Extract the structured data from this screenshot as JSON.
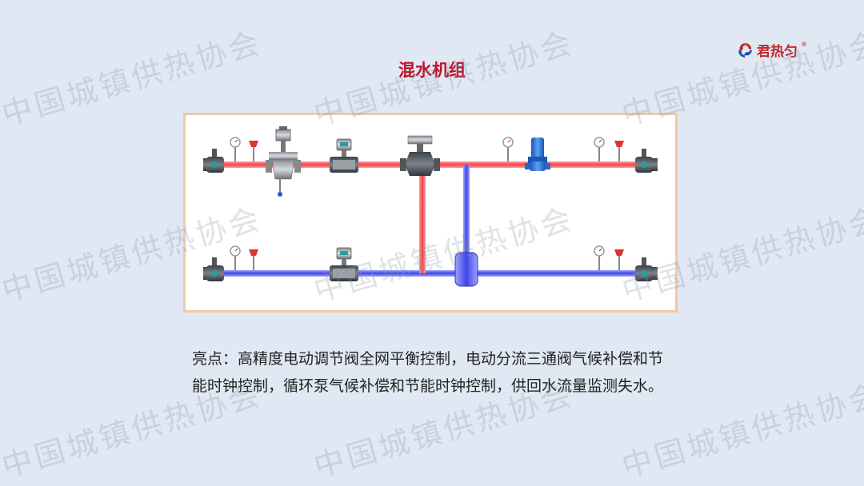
{
  "logo": {
    "text": "君热匀",
    "mark": "®"
  },
  "slide": {
    "title": "混水机组"
  },
  "description": "亮点：高精度电动调节阀全网平衡控制，电动分流三通阀气候补偿和节能时钟控制，循环泵气候补偿和节能时钟控制，供回水流量监测失水。",
  "watermark": {
    "text": "中国城镇供热协会"
  },
  "diagram": {
    "colors": {
      "supply": "#f4444a",
      "return": "#3f46e6",
      "frame": "#f2c9a3"
    },
    "components": [
      {
        "name": "supply-inlet-valve",
        "kind": "gate-valve"
      },
      {
        "name": "supply-pressure-gauge",
        "kind": "pressure-gauge"
      },
      {
        "name": "supply-thermometer",
        "kind": "thermometer"
      },
      {
        "name": "electric-regulating-valve",
        "kind": "actuated-valve"
      },
      {
        "name": "supply-flow-meter",
        "kind": "electromagnetic-flow-meter"
      },
      {
        "name": "three-way-valve",
        "kind": "three-way-valve"
      },
      {
        "name": "circulation-pump",
        "kind": "pump"
      },
      {
        "name": "supply-outlet-valve",
        "kind": "gate-valve"
      },
      {
        "name": "return-inlet-valve",
        "kind": "gate-valve"
      },
      {
        "name": "return-flow-meter",
        "kind": "electromagnetic-flow-meter"
      },
      {
        "name": "mixing-tank",
        "kind": "tank"
      },
      {
        "name": "return-outlet-valve",
        "kind": "gate-valve"
      }
    ]
  }
}
